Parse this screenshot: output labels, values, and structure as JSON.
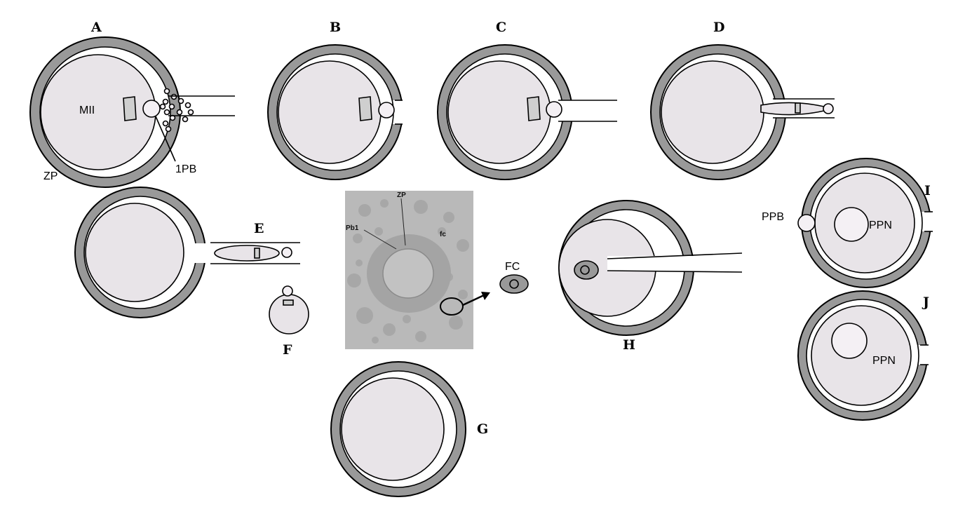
{
  "panels": {
    "A": "A",
    "B": "B",
    "C": "C",
    "D": "D",
    "E": "E",
    "F": "F",
    "G": "G",
    "H": "H",
    "I": "I",
    "J": "J"
  },
  "labels": {
    "mii": "MII",
    "zp": "ZP",
    "first_polar_body": "1PB",
    "fc": "FC",
    "ppb": "PPB",
    "ppn_i": "PPN",
    "ppn_j": "PPN"
  },
  "photo": {
    "zp": "ZP",
    "pb1": "Pb1",
    "fc": "fc"
  },
  "colors": {
    "zona": "#999999",
    "ooplasm": "#e8e4e8",
    "perivitelline": "#ffffff",
    "photo_background": "#b9b9b9"
  }
}
